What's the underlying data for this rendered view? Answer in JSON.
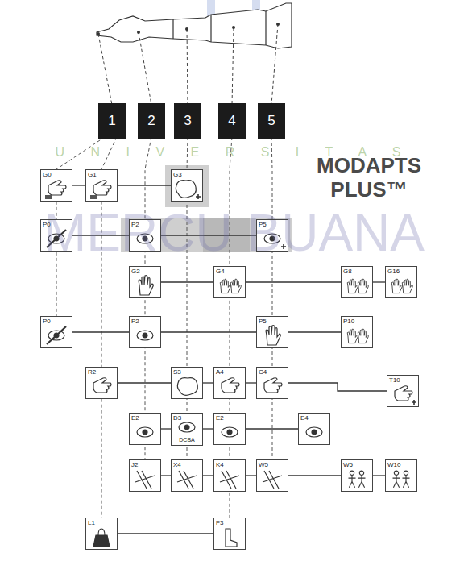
{
  "diagram": {
    "title": "MODAPTS PLUS™",
    "nodes": [
      {
        "text": [
          "1"
        ]
      },
      {
        "text": [
          "2"
        ]
      },
      {
        "text": [
          "3"
        ]
      },
      {
        "text": [
          "4"
        ]
      },
      {
        "text": [
          "5"
        ]
      },
      {
        "text": [
          "G0"
        ]
      },
      {
        "text": [
          "G1"
        ]
      },
      {
        "text": [
          "G3"
        ]
      },
      {
        "text": [
          "P0"
        ]
      },
      {
        "text": [
          "P2"
        ]
      },
      {
        "text": [
          "P5"
        ]
      },
      {
        "text": [
          "G2"
        ]
      },
      {
        "text": [
          "G4"
        ]
      },
      {
        "text": [
          "G8"
        ]
      },
      {
        "text": [
          "G16"
        ]
      },
      {
        "text": [
          "P0"
        ]
      },
      {
        "text": [
          "P2"
        ]
      },
      {
        "text": [
          "P5"
        ]
      },
      {
        "text": [
          "P10"
        ]
      },
      {
        "text": [
          "R2"
        ]
      },
      {
        "text": [
          "S3"
        ]
      },
      {
        "text": [
          "A4"
        ]
      },
      {
        "text": [
          "C4"
        ]
      },
      {
        "text": [
          "T10"
        ]
      },
      {
        "text": [
          "E2"
        ]
      },
      {
        "text": [
          "D3",
          "DCBA"
        ]
      },
      {
        "text": [
          "E2"
        ]
      },
      {
        "text": [
          "E4"
        ]
      },
      {
        "text": [
          "J2"
        ]
      },
      {
        "text": [
          "X4"
        ]
      },
      {
        "text": [
          "K4"
        ]
      },
      {
        "text": [
          "W5"
        ]
      },
      {
        "text": [
          "W5"
        ]
      },
      {
        "text": [
          "W10"
        ]
      },
      {
        "text": [
          "L1"
        ]
      },
      {
        "text": [
          "F3"
        ]
      }
    ],
    "edges": [
      {
        "from": 5,
        "to": 6,
        "arrow": "none"
      },
      {
        "from": 6,
        "to": 7,
        "arrow": "none"
      },
      {
        "from": 8,
        "to": 9,
        "arrow": "none"
      },
      {
        "from": 9,
        "to": 10,
        "arrow": "none"
      },
      {
        "from": 11,
        "to": 12,
        "arrow": "none"
      },
      {
        "from": 12,
        "to": 13,
        "arrow": "none"
      },
      {
        "from": 13,
        "to": 14,
        "arrow": "none"
      },
      {
        "from": 15,
        "to": 16,
        "arrow": "none"
      },
      {
        "from": 16,
        "to": 17,
        "arrow": "none"
      },
      {
        "from": 17,
        "to": 18,
        "arrow": "none"
      },
      {
        "from": 19,
        "to": 20,
        "arrow": "none"
      },
      {
        "from": 20,
        "to": 21,
        "arrow": "none"
      },
      {
        "from": 21,
        "to": 22,
        "arrow": "none"
      },
      {
        "from": 22,
        "to": 23,
        "arrow": "none"
      },
      {
        "from": 24,
        "to": 25,
        "arrow": "none"
      },
      {
        "from": 25,
        "to": 26,
        "arrow": "none"
      },
      {
        "from": 26,
        "to": 27,
        "arrow": "none"
      },
      {
        "from": 28,
        "to": 29,
        "arrow": "none"
      },
      {
        "from": 29,
        "to": 30,
        "arrow": "none"
      },
      {
        "from": 30,
        "to": 31,
        "arrow": "none"
      },
      {
        "from": 31,
        "to": 32,
        "arrow": "none"
      },
      {
        "from": 32,
        "to": 33,
        "arrow": "none"
      },
      {
        "from": 34,
        "to": 35,
        "arrow": "none"
      }
    ],
    "labels": [
      "U N I V E R S I T A S",
      "MERCU BUANA"
    ]
  }
}
